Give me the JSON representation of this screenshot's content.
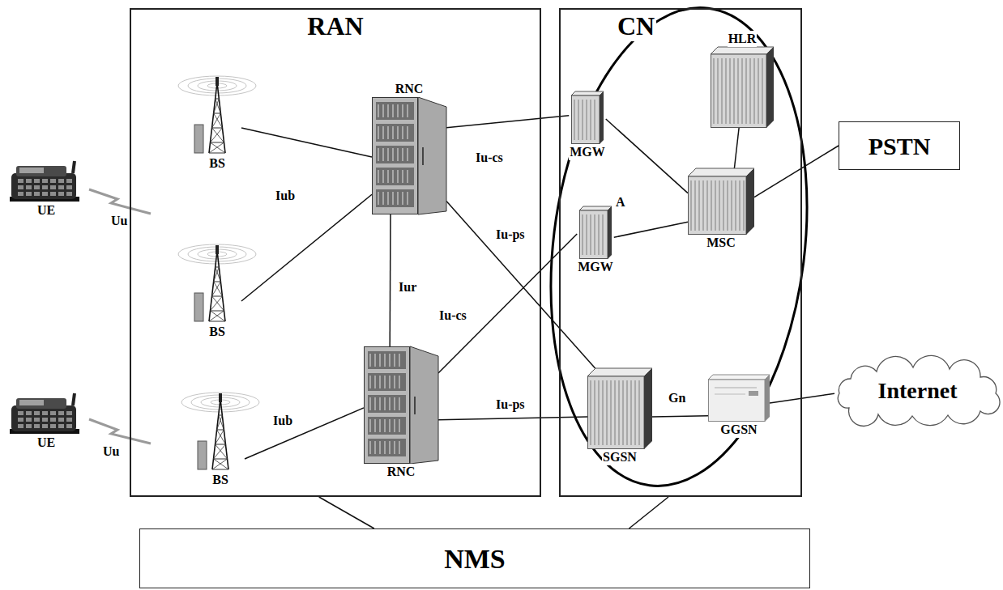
{
  "diagram": {
    "nodes": [
      {
        "text": [
          "UE"
        ]
      },
      {
        "text": [
          "UE"
        ]
      },
      {
        "text": [
          "RAN"
        ]
      },
      {
        "text": [
          "BS"
        ],
        "in": 2
      },
      {
        "text": [
          "RNC"
        ],
        "in": 2
      },
      {
        "text": [
          "BS"
        ],
        "in": 2
      },
      {
        "text": [
          "BS"
        ],
        "in": 2
      },
      {
        "text": [
          "RNC"
        ],
        "in": 2
      },
      {
        "text": [
          "CN"
        ]
      },
      {
        "text": [
          "HLR"
        ],
        "in": 8
      },
      {
        "text": [
          "MGW"
        ],
        "in": 8
      },
      {
        "text": [
          "MSC"
        ],
        "in": 8
      },
      {
        "text": [
          "MGW"
        ],
        "in": 8
      },
      {
        "text": [
          "SGSN"
        ],
        "in": 8
      },
      {
        "text": [
          "GGSN"
        ],
        "in": 8
      },
      {
        "text": [
          "PSTN"
        ]
      },
      {
        "text": [
          "Internet"
        ]
      },
      {
        "text": [
          "NMS"
        ]
      }
    ],
    "edges": [
      {
        "from": 3,
        "to": 4,
        "arrow": "none"
      },
      {
        "from": 5,
        "to": 4,
        "arrow": "none"
      },
      {
        "from": 6,
        "to": 7,
        "label": "Iub",
        "arrow": "none"
      },
      {
        "from": 4,
        "to": 7,
        "label": "Iur",
        "arrow": "none"
      },
      {
        "from": 4,
        "to": 10,
        "label": "Iu-cs",
        "arrow": "none"
      },
      {
        "from": 4,
        "to": 13,
        "label": "Iu-ps",
        "arrow": "none"
      },
      {
        "from": 7,
        "to": 12,
        "label": "Iu-cs",
        "arrow": "none"
      },
      {
        "from": 7,
        "to": 13,
        "label": "Iu-ps",
        "arrow": "none"
      },
      {
        "from": 10,
        "to": 11,
        "arrow": "none"
      },
      {
        "from": 12,
        "to": 11,
        "arrow": "none"
      },
      {
        "from": 9,
        "to": 11,
        "arrow": "none"
      },
      {
        "from": 11,
        "to": 15,
        "arrow": "none"
      },
      {
        "from": 13,
        "to": 14,
        "label": "Gn",
        "arrow": "none"
      },
      {
        "from": 14,
        "to": 16,
        "arrow": "none"
      },
      {
        "from": 2,
        "to": 17,
        "arrow": "none"
      },
      {
        "from": 8,
        "to": 17,
        "arrow": "none"
      }
    ],
    "labels": [
      "Uu",
      "Iub",
      "A",
      "Uu"
    ]
  }
}
